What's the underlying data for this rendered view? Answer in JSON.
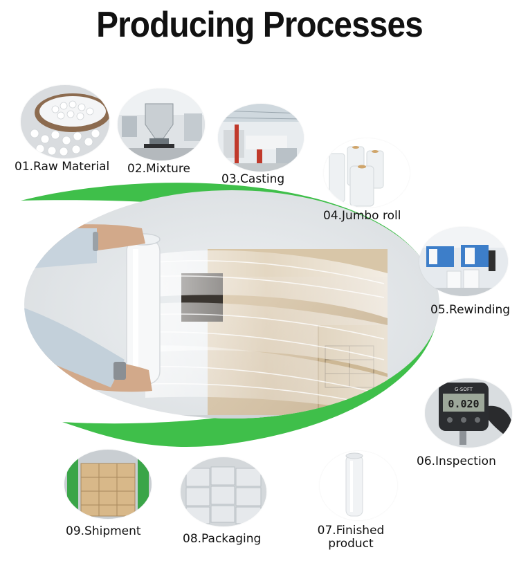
{
  "header": {
    "title": "Producing Processes"
  },
  "colors": {
    "accent_green": "#3fbf4a",
    "background": "#ffffff",
    "text": "#111111"
  },
  "steps": [
    {
      "label": "01.Raw Material"
    },
    {
      "label": "02.Mixture"
    },
    {
      "label": "03.Casting"
    },
    {
      "label": "04.Jumbo roll"
    },
    {
      "label": "05.Rewinding"
    },
    {
      "label": "06.Inspection"
    },
    {
      "label": "07.Finished product"
    },
    {
      "label": "08.Packaging"
    },
    {
      "label": "09.Shipment"
    }
  ],
  "inspection_gauge": {
    "brand": "G-SOFT",
    "reading": "0.020"
  }
}
